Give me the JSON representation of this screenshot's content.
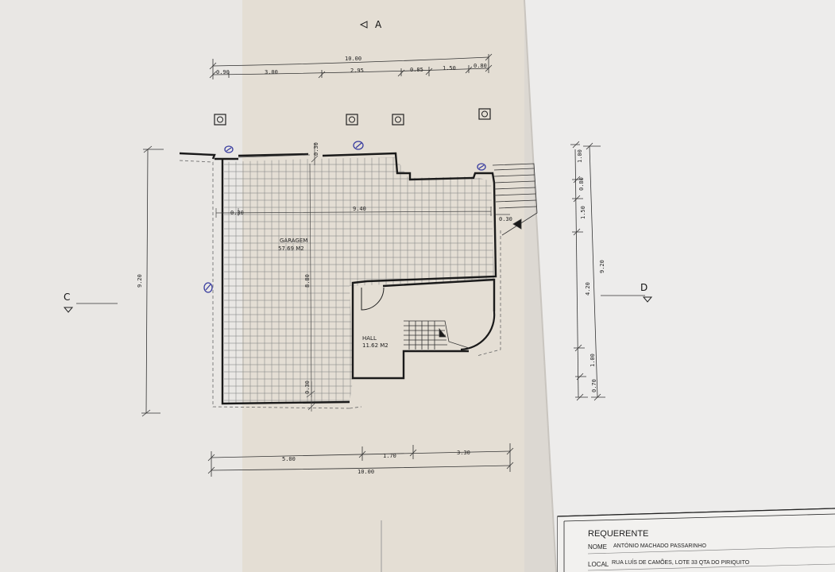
{
  "section_marks": {
    "a": "A",
    "c": "C",
    "d": "D"
  },
  "dims_top": {
    "overall": "10.00",
    "segments": [
      "0.90",
      "3.00",
      "2.95",
      "0.85",
      "1.50",
      "0.80"
    ]
  },
  "dims_bottom": {
    "overall": "10.00",
    "segments": [
      "5.00",
      "1.70",
      "3.30"
    ]
  },
  "dims_left": {
    "overall": "9.20"
  },
  "dims_right": {
    "overall": "9.20",
    "segments": [
      "1.00",
      "0.80",
      "1.50",
      "4.20",
      "1.00",
      "0.70"
    ]
  },
  "dims_inner": {
    "width": "9.40",
    "left_offset": "0.30",
    "top_wall": "0.30",
    "right_wall": "0.30",
    "height": "8.80",
    "bottom_wall": "0.30"
  },
  "rooms": {
    "garage": {
      "name": "GARAGEM",
      "area": "57.69 M2"
    },
    "hall": {
      "name": "HALL",
      "area": "11.62 M2"
    }
  },
  "title_block": {
    "heading": "REQUERENTE",
    "name_label": "NOME",
    "name_value": "ANTÓNIO MACHADO PASSARINHO",
    "local_label": "LOCAL",
    "local_value": "RUA LUÍS DE CAMÕES, LOTE 33 QTA DO PIRIQUITO"
  }
}
